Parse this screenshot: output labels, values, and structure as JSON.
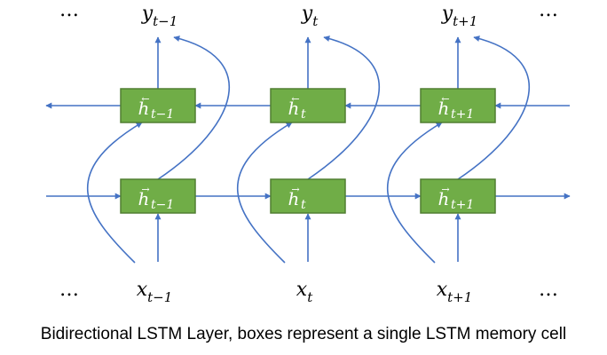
{
  "diagram": {
    "outputs": [
      {
        "base": "y",
        "sub": "t−1"
      },
      {
        "base": "y",
        "sub": "t"
      },
      {
        "base": "y",
        "sub": "t+1"
      }
    ],
    "inputs": [
      {
        "base": "x",
        "sub": "t−1"
      },
      {
        "base": "x",
        "sub": "t"
      },
      {
        "base": "x",
        "sub": "t+1"
      }
    ],
    "backward_cells": [
      {
        "base": "h",
        "sub": "t−1",
        "arrow": "←"
      },
      {
        "base": "h",
        "sub": "t",
        "arrow": "←"
      },
      {
        "base": "h",
        "sub": "t+1",
        "arrow": "←"
      }
    ],
    "forward_cells": [
      {
        "base": "h",
        "sub": "t−1",
        "arrow": "→"
      },
      {
        "base": "h",
        "sub": "t",
        "arrow": "→"
      },
      {
        "base": "h",
        "sub": "t+1",
        "arrow": "→"
      }
    ],
    "ellipsis": "…",
    "colors": {
      "cell_fill": "#70ad47",
      "cell_border": "#507e32",
      "arrow": "#4472c4"
    }
  },
  "caption": "Bidirectional LSTM Layer, boxes represent a single LSTM memory cell"
}
